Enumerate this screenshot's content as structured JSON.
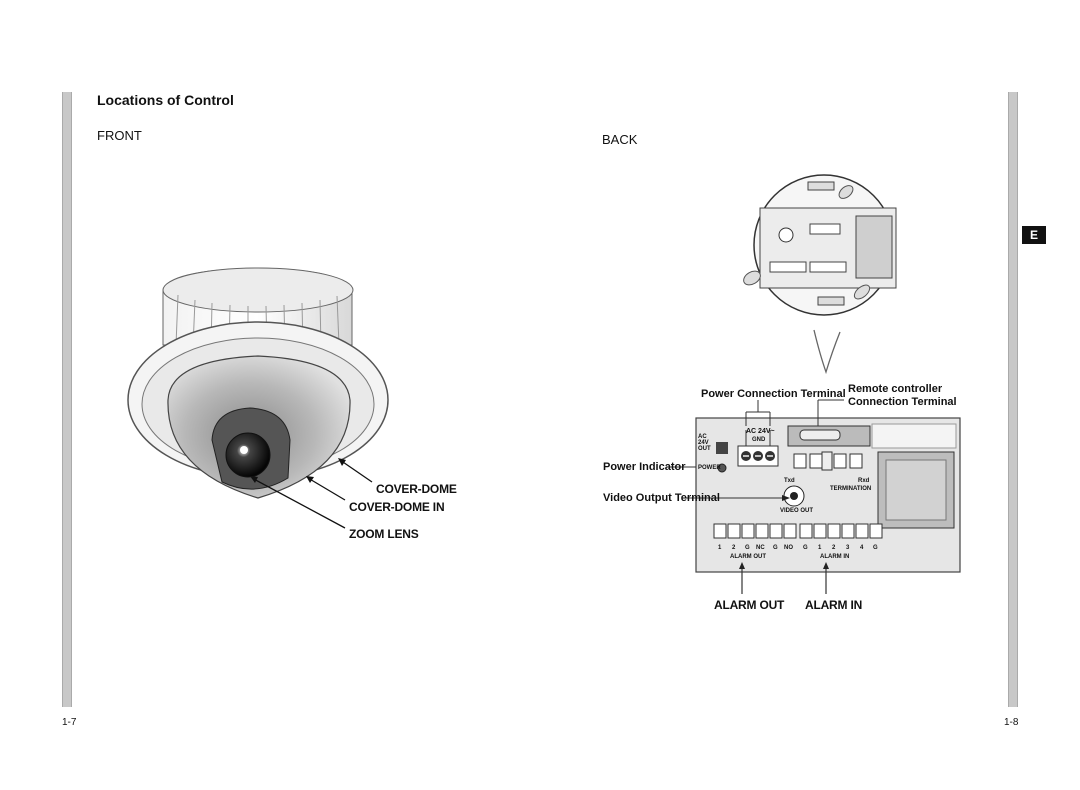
{
  "section_title": "Locations of Control",
  "front_label": "FRONT",
  "back_label": "BACK",
  "side_tab": "E",
  "page_left": "1-7",
  "page_right": "1-8",
  "front_callouts": {
    "cover_dome": "COVER-DOME",
    "cover_dome_in": "COVER-DOME IN",
    "zoom_lens": "ZOOM LENS"
  },
  "back_callouts": {
    "power_connection": "Power Connection Terminal",
    "remote_1": "Remote controller",
    "remote_2": "Connection Terminal",
    "power_indicator": "Power Indicator",
    "video_output": "Video Output Terminal",
    "alarm_out": "ALARM OUT",
    "alarm_in": "ALARM IN"
  },
  "panel": {
    "ac24": "AC 24V~",
    "ac24out": "AC 24V OUT",
    "gnd": "GND",
    "power": "POWER",
    "video_out": "VIDEO OUT",
    "termination": "TERMINATION",
    "txd": "Txd",
    "rxd": "Rxd",
    "alarm_out_small": "ALARM OUT",
    "alarm_in_small": "ALARM IN",
    "out_pins": [
      "1",
      "2",
      "G",
      "NC",
      "G",
      "NO"
    ],
    "in_pins": [
      "G",
      "1",
      "2",
      "3",
      "4",
      "G"
    ]
  }
}
